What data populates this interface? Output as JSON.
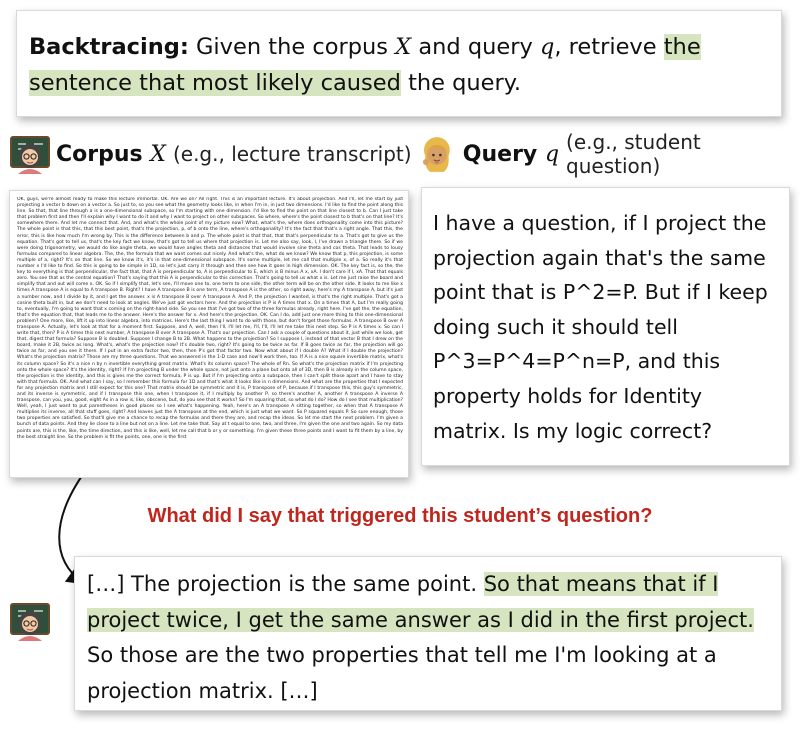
{
  "definition": {
    "term": "Backtracing:",
    "pre": "Given the corpus",
    "corpus_var": "X",
    "mid": "and query",
    "query_var": "q",
    "post_a": ", retrieve",
    "highlight": "the sentence that most likely caused",
    "post_b": "the query."
  },
  "corpus_header": {
    "emoji": "teacher-emoji-icon",
    "title": "Corpus",
    "var": "X",
    "subtitle": "(e.g., lecture transcript)"
  },
  "query_header": {
    "emoji": "student-emoji-icon",
    "title": "Query",
    "var": "q",
    "subtitle": "(e.g., student question)"
  },
  "transcript": "OK, guys, we're almost ready to make this lecture immortal. OK. Are we on? All right. This is an important lecture. It's about projection. And I'll, let me start by just projecting a vector b down on a vector a. So just to, so you see what the geometry looks like, in when I'm in, in just two dimensions. I'd like to find the point along this line. So that, that line through a is a one-dimensional subspace, so I'm starting with one dimension. I'd like to find the point on that line closest to b. Can I just take that problem first and then I'll explain why I want to do it and why I want to project on other subspaces. So where, where's the point closest to b that's on that line? It's somewhere there. And let me connect that. And, and what's the whole point of my picture now? What, what's the, where does orthogonality come into this picture? The whole point is that this, that this best point, that's the projection, p, of b onto the line, where's orthogonality? It's the fact that that's a right angle. That this, the error, this is like how much I'm wrong by. This is the difference between b and p. The whole point is that that, that that's perpendicular to a. That's got to give us the equation. That's got to tell us, that's the key fact we know, that's got to tell us where that projection is. Let me also say, look, I, I've drawn a triangle there. So if we were doing trigonometry, we would do like angle theta, we would have angles theta and distances that would involve sine theta and cos theta. That leads to lousy formulas compared to linear algebra. The, the, the formula that we want comes out nicely. And what's the, what do we know? We know that p, this projection, is some multiple of a, right? It's on that line. So we know it's, it's in that one-dimensional subspace. It's some multiple, let me call that multiple x, of a. So really it's that number x I'd like to find. So this is going to be simple in 1D, so let's just carry it through and then see how it goes in high dimension. OK. The key fact is, so the, the key to everything is that perpendicular, the fact that, that A is perpendicular to, A is perpendicular to E, which is B minus A x, xA. I don't care if I, xA. That that equals zero. You see that as the central equation? That's saying that this A is perpendicular to this correction. That's going to tell us what x is. Let me just raise the board and simplify that and out will come x. OK. So if I simplify that, let's see, I'll move one to, one term to one side, the other term will be on the other side. It looks to me like x times A transpose A is equal to A transpose B. Right? I have A transpose B is one term, A transpose A is the other, so right away, here's my A transpose A, but it's just a number now, and I divide by it, and I get the answer. x is A transpose B over A transpose A. And P, the projection I wanted, is that's the right multiple. That's got a cosine theta built in, but we don't need to look at angles. We've just got vectors here. And the projection is P is A times that x. On a times that A, but I'm really going to, eventually, I'm going to want that x coming on the right-hand side. So you see that I've got two of the three formulas already, right here. I've got the, the equation, that's the equation that, that leads me to the answer. Here's the answer for x. And here's the projection. OK. Can I do, add just one more thing to this one-dimensional problem? One more, like, lift it up into linear algebra, into matrices. Here's the last thing I want to do with those, but don't forget those formulas. A transpose B over A transpose A. Actually, let's look at that for a moment first. Suppose, and A, well, then I'll, I'll let me, I'll, I'll, I'll let me take this next step. So P is A times x. So can I write that, then? P is A times this next number, A transpose B over A transpose A. That's our projection. Can I ask a couple of questions about it, just while we look, get that, digest that formula? Suppose B is doubled. Suppose I change B to 2B. What happens to the projection? So I suppose I, instead of that vector B that I drew on the board, make it 2B, twice as long. What's, what's the projection now? It's double two, right? It's going to be twice as far. If B goes twice as far, the projection will go twice as far, and you see it there. If I put in an extra factor two, then, then P's got that factor two. Now what about if I double A? What if I double the projection? What's the projection matrix? Those are my three questions. That we answered in the 1-D case and now'll work then, too. If A is a nice square invertible matrix, what's its column space? So it's a nice n by n invertible everything great matrix. What's its column space? The whole of Rn. So what's the projection matrix if I'm projecting onto the whole space? It's the identity, right? If I'm projecting B under the whole space, not just onto a plane but onto all of 3D, then B is already in the column space, the projection is the identity, and this is gives me the correct formula, P is up. But if I'm projecting onto a subspace, then I can't split those apart and I have to stay with that formula. OK. And what can I say, so I remember this formula for 1D and that's what it looks like in n dimensions. And what are the properties that I expected for any projection matrix and I still expect for this one? That matrix should be symmetric and it is, P transpose of P, because if I transpose this, this guy's symmetric, and its inverse is symmetric, and if I transpose this one, when I transpose it, if I multiply by another P, so there's another A, another A transpose A inverse A transpose, can you, you, good, eight As in a row is, like, obscene, but, do you see that it works? So I'm squaring that, so what do I do? How do I see that multiplication? Well, yeah, I just want to put parentheses in good places so I see what's happening. Yeah, here's an A transpose A sitting together, so when that A transpose A multiplies its inverse, all that stuff goes, right? And leaves just the A transpose at the end, which is just what we want. So P squared equals P. So sure enough, those two properties are satisfied. So that'll give me a chance to recap the formulas and there they are, and recap the ideas. So let me start the next problem. I'm given a bunch of data points. And they lie close to a line but not on a line. Let me take that. Say at t equal to one, two, and three, I'm given the one and two again. So my data points are, this is the, like, the time direction, and this is like, well, let me call that b or y or something. I'm given these three points and I want to fit them by a line, by the best straight line. So the problem is fit the points, one, one is the first",
  "query": "I have a question, if I project the projection again that's the same point that is P^2=P. But if I keep doing such it should tell P^3=P^4=P^n=P, and this property holds for Identity matrix. Is my logic correct?",
  "question": "What did I say that triggered this student’s question?",
  "answer": {
    "pre": "[…] The projection is the same point.",
    "highlight": "So that means that if I project twice, I get the same answer as I did in the first project.",
    "post": "So those are the two properties that tell me I'm looking at a projection matrix. […]"
  },
  "colors": {
    "highlight": "#d6e4bf",
    "question_red": "#c0261e"
  }
}
